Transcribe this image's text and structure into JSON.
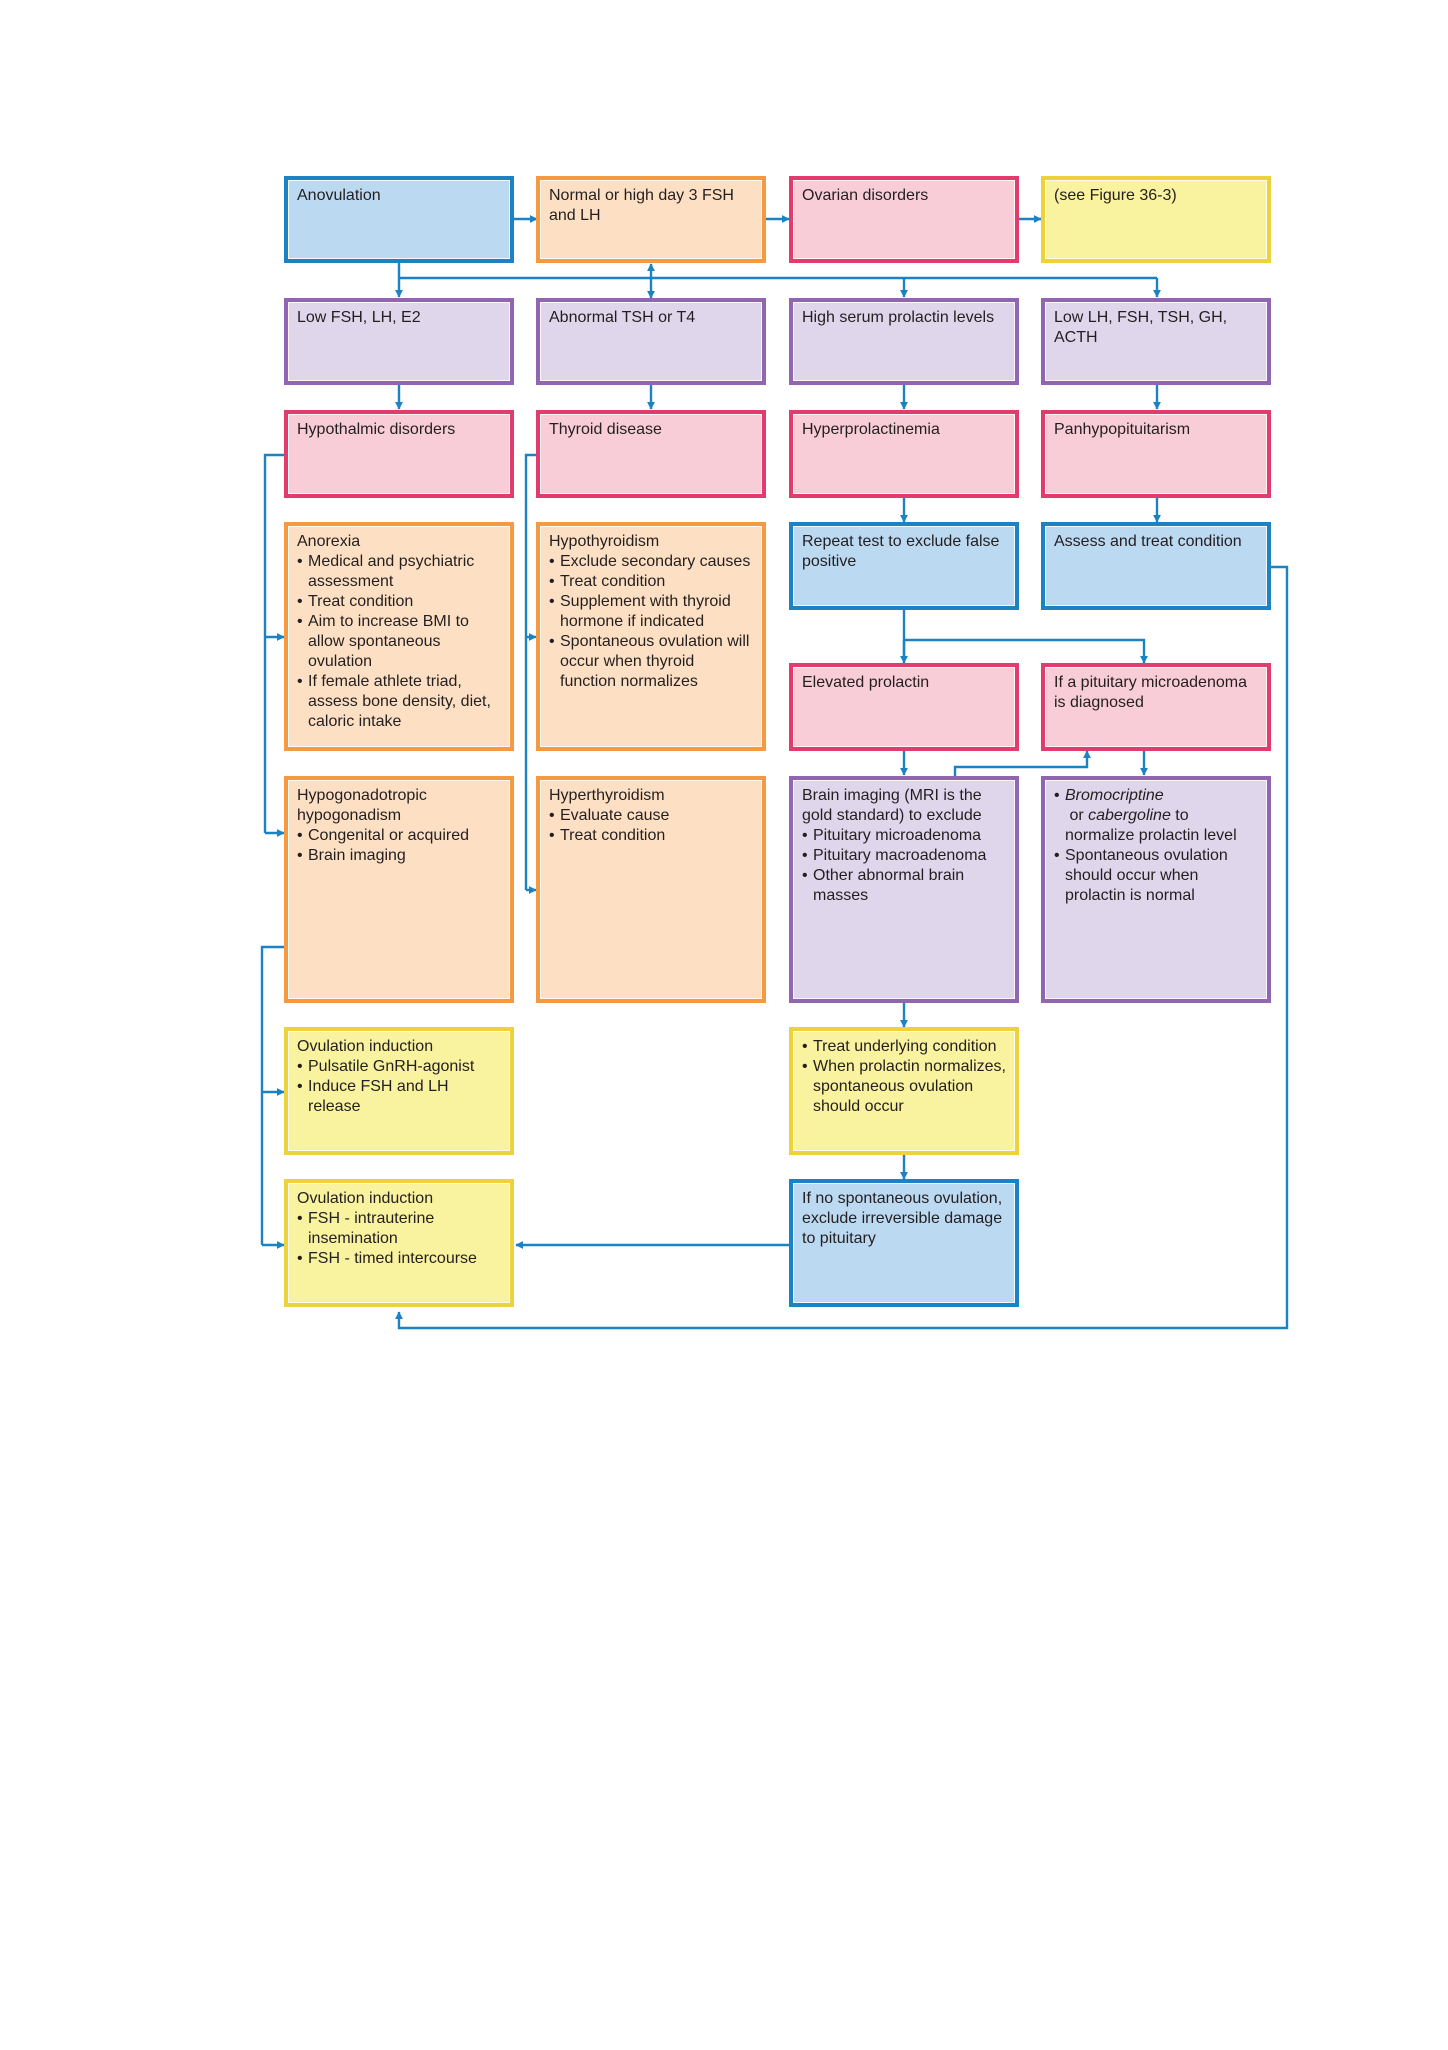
{
  "boxes": {
    "anovulation": {
      "title": "Anovulation"
    },
    "normal_high_fsh": {
      "title": "Normal or high day 3 FSH and LH"
    },
    "ovarian_disorders": {
      "title": "Ovarian disorders"
    },
    "see_figure": {
      "title": "(see Figure 36-3)"
    },
    "low_fsh_lh_e2": {
      "title": "Low FSH, LH, E2"
    },
    "abnormal_tsh": {
      "title": "Abnormal TSH or T4"
    },
    "high_prolactin": {
      "title": "High serum prolactin levels"
    },
    "low_lh_fsh_tsh": {
      "title": "Low LH, FSH, TSH, GH, ACTH"
    },
    "hypothalamic": {
      "title": "Hypothalmic disorders"
    },
    "thyroid_disease": {
      "title": "Thyroid disease"
    },
    "hyperprolactinemia": {
      "title": "Hyperprolactinemia"
    },
    "panhypopituitarism": {
      "title": "Panhypopituitarism"
    },
    "anorexia": {
      "title": "Anorexia",
      "items": [
        "Medical and psychiatric assessment",
        "Treat condition",
        "Aim to increase BMI to allow spontaneous ovulation",
        "If female athlete triad, assess bone density, diet, caloric intake"
      ]
    },
    "hypothyroidism": {
      "title": "Hypothyroidism",
      "items": [
        "Exclude secondary causes",
        "Treat condition",
        "Supplement with thyroid hormone if indicated",
        "Spontaneous ovulation will occur when thyroid function normalizes"
      ]
    },
    "repeat_test": {
      "title": "Repeat test to exclude false positive"
    },
    "assess_treat": {
      "title": "Assess and treat condition"
    },
    "elevated_prolactin": {
      "title": "Elevated prolactin"
    },
    "pituitary_micro": {
      "title": "If a pituitary microadenoma is diagnosed"
    },
    "hypogonadotropic": {
      "title": "Hypogonadotropic hypogonadism",
      "items": [
        "Congenital or acquired",
        "Brain imaging"
      ]
    },
    "hyperthyroidism": {
      "title": "Hyperthyroidism",
      "items": [
        "Evaluate cause",
        "Treat condition"
      ]
    },
    "brain_imaging": {
      "title": "Brain imaging (MRI is the gold standard) to exclude",
      "items": [
        "Pituitary microadenoma",
        "Pituitary macroadenoma",
        "Other abnormal brain masses"
      ]
    },
    "bromocriptine": {
      "drug1": "Bromocriptine",
      "or": " or ",
      "drug2": "cabergoline",
      "tail": " to normalize prolactin level",
      "items": [
        "Spontaneous ovulation should occur when prolactin is normal"
      ]
    },
    "ovulation_induction_1": {
      "title": "Ovulation induction",
      "items": [
        "Pulsatile GnRH-agonist",
        "Induce FSH and LH release"
      ]
    },
    "treat_underlying": {
      "items": [
        "Treat underlying condition",
        "When prolactin normalizes, spontaneous ovulation should occur"
      ]
    },
    "ovulation_induction_2": {
      "title": "Ovulation induction",
      "items": [
        "FSH - intrauterine insemination",
        "FSH - timed intercourse"
      ]
    },
    "no_spontaneous": {
      "title": "If no spontaneous ovulation, exclude irreversible damage to pituitary"
    }
  },
  "colors": {
    "connector": "#1b82c4",
    "blue_fill": "#bcd9f2",
    "blue_border": "#1b82c4",
    "orange_fill": "#fde0c4",
    "orange_border": "#f59a40",
    "pink_fill": "#f8cdd8",
    "pink_border": "#e23b6e",
    "yellow_fill": "#f9f29e",
    "yellow_border": "#ecd33c",
    "purple_fill": "#dfd6eb",
    "purple_border": "#9066b0"
  }
}
